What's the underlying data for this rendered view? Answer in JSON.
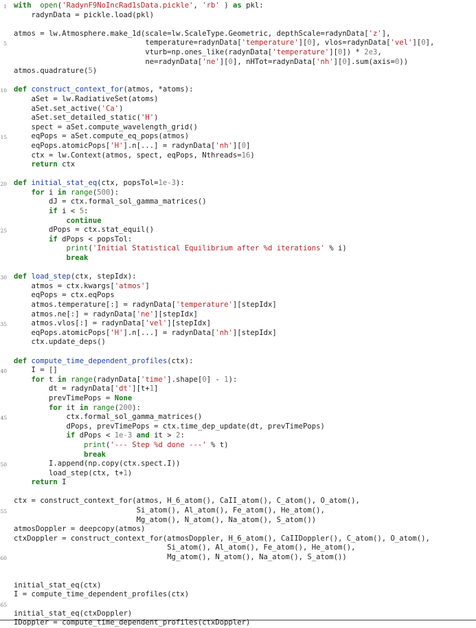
{
  "document": {
    "language": "python",
    "lines": [
      {
        "n": 1,
        "t": [
          [
            "kw",
            "with"
          ],
          [
            "",
            "  "
          ],
          [
            "bi",
            "open"
          ],
          [
            "",
            "("
          ],
          [
            "st",
            "'RadynF9NoIncRad1sData.pickle'"
          ],
          [
            "",
            ", "
          ],
          [
            "st",
            "'rb'"
          ],
          [
            "",
            " ) "
          ],
          [
            "kw",
            "as"
          ],
          [
            "",
            " pkl:"
          ]
        ]
      },
      {
        "n": 2,
        "t": [
          [
            "",
            "    radynData = pickle.load(pkl)"
          ]
        ]
      },
      {
        "n": 3,
        "t": []
      },
      {
        "n": 4,
        "t": [
          [
            "",
            "atmos = lw.Atmosphere.make_1d(scale=lw.ScaleType.Geometric, depthScale=radynData["
          ],
          [
            "st",
            "'z'"
          ],
          [
            "",
            "],"
          ]
        ]
      },
      {
        "n": 5,
        "t": [
          [
            "",
            "                              temperature=radynData["
          ],
          [
            "st",
            "'temperature'"
          ],
          [
            "",
            "]["
          ],
          [
            "nm",
            "0"
          ],
          [
            "",
            "], vlos=radynData["
          ],
          [
            "st",
            "'vel'"
          ],
          [
            "",
            "]["
          ],
          [
            "nm",
            "0"
          ],
          [
            "",
            "],"
          ]
        ]
      },
      {
        "n": 6,
        "t": [
          [
            "",
            "                              vturb=np.ones_like(radynData["
          ],
          [
            "st",
            "'temperature'"
          ],
          [
            "",
            "]["
          ],
          [
            "nm",
            "0"
          ],
          [
            "",
            "]) * "
          ],
          [
            "nm",
            "2e3"
          ],
          [
            "",
            ","
          ]
        ]
      },
      {
        "n": 7,
        "t": [
          [
            "",
            "                              ne=radynData["
          ],
          [
            "st",
            "'ne'"
          ],
          [
            "",
            "]["
          ],
          [
            "nm",
            "0"
          ],
          [
            "",
            "], nHTot=radynData["
          ],
          [
            "st",
            "'nh'"
          ],
          [
            "",
            "]["
          ],
          [
            "nm",
            "0"
          ],
          [
            "",
            "].sum(axis="
          ],
          [
            "nm",
            "0"
          ],
          [
            "",
            "))"
          ]
        ]
      },
      {
        "n": 8,
        "t": [
          [
            "",
            "atmos.quadrature("
          ],
          [
            "nm",
            "5"
          ],
          [
            "",
            ")"
          ]
        ]
      },
      {
        "n": 9,
        "t": []
      },
      {
        "n": 10,
        "t": [
          [
            "kw",
            "def"
          ],
          [
            "",
            " "
          ],
          [
            "fn",
            "construct_context_for"
          ],
          [
            "",
            "(atmos, *atoms):"
          ]
        ]
      },
      {
        "n": 11,
        "t": [
          [
            "",
            "    aSet = lw.RadiativeSet(atoms)"
          ]
        ]
      },
      {
        "n": 12,
        "t": [
          [
            "",
            "    aSet.set_active("
          ],
          [
            "st",
            "'Ca'"
          ],
          [
            "",
            ")"
          ]
        ]
      },
      {
        "n": 13,
        "t": [
          [
            "",
            "    aSet.set_detailed_static("
          ],
          [
            "st",
            "'H'"
          ],
          [
            "",
            ")"
          ]
        ]
      },
      {
        "n": 14,
        "t": [
          [
            "",
            "    spect = aSet.compute_wavelength_grid()"
          ]
        ]
      },
      {
        "n": 15,
        "t": [
          [
            "",
            "    eqPops = aSet.compute_eq_pops(atmos)"
          ]
        ]
      },
      {
        "n": 16,
        "t": [
          [
            "",
            "    eqPops.atomicPops["
          ],
          [
            "st",
            "'H'"
          ],
          [
            "",
            "].n[...] = radynData["
          ],
          [
            "st",
            "'nh'"
          ],
          [
            "",
            "]["
          ],
          [
            "nm",
            "0"
          ],
          [
            "",
            "]"
          ]
        ]
      },
      {
        "n": 17,
        "t": [
          [
            "",
            "    ctx = lw.Context(atmos, spect, eqPops, Nthreads="
          ],
          [
            "nm",
            "16"
          ],
          [
            "",
            ")"
          ]
        ]
      },
      {
        "n": 18,
        "t": [
          [
            "",
            "    "
          ],
          [
            "kw",
            "return"
          ],
          [
            "",
            " ctx"
          ]
        ]
      },
      {
        "n": 19,
        "t": []
      },
      {
        "n": 20,
        "t": [
          [
            "kw",
            "def"
          ],
          [
            "",
            " "
          ],
          [
            "fn",
            "initial_stat_eq"
          ],
          [
            "",
            "(ctx, popsTol="
          ],
          [
            "nm",
            "1e-3"
          ],
          [
            "",
            "):"
          ]
        ]
      },
      {
        "n": 21,
        "t": [
          [
            "",
            "    "
          ],
          [
            "kw",
            "for"
          ],
          [
            "",
            " i "
          ],
          [
            "kw",
            "in"
          ],
          [
            "",
            " "
          ],
          [
            "bi",
            "range"
          ],
          [
            "",
            "("
          ],
          [
            "nm",
            "500"
          ],
          [
            "",
            "):"
          ]
        ]
      },
      {
        "n": 22,
        "t": [
          [
            "",
            "        dJ = ctx.formal_sol_gamma_matrices()"
          ]
        ]
      },
      {
        "n": 23,
        "t": [
          [
            "",
            "        "
          ],
          [
            "kw",
            "if"
          ],
          [
            "",
            " i < "
          ],
          [
            "nm",
            "5"
          ],
          [
            "",
            ":"
          ]
        ]
      },
      {
        "n": 24,
        "t": [
          [
            "",
            "            "
          ],
          [
            "kw",
            "continue"
          ]
        ]
      },
      {
        "n": 25,
        "t": [
          [
            "",
            "        dPops = ctx.stat_equil()"
          ]
        ]
      },
      {
        "n": 26,
        "t": [
          [
            "",
            "        "
          ],
          [
            "kw",
            "if"
          ],
          [
            "",
            " dPops < popsTol:"
          ]
        ]
      },
      {
        "n": 27,
        "t": [
          [
            "",
            "            "
          ],
          [
            "bi",
            "print"
          ],
          [
            "",
            "("
          ],
          [
            "st",
            "'Initial Statistical Equilibrium after %d iterations'"
          ],
          [
            "",
            " % i)"
          ]
        ]
      },
      {
        "n": 28,
        "t": [
          [
            "",
            "            "
          ],
          [
            "kw",
            "break"
          ]
        ]
      },
      {
        "n": 29,
        "t": []
      },
      {
        "n": 30,
        "t": [
          [
            "kw",
            "def"
          ],
          [
            "",
            " "
          ],
          [
            "fn",
            "load_step"
          ],
          [
            "",
            "(ctx, stepIdx):"
          ]
        ]
      },
      {
        "n": 31,
        "t": [
          [
            "",
            "    atmos = ctx.kwargs["
          ],
          [
            "st",
            "'atmos'"
          ],
          [
            "",
            "]"
          ]
        ]
      },
      {
        "n": 32,
        "t": [
          [
            "",
            "    eqPops = ctx.eqPops"
          ]
        ]
      },
      {
        "n": 33,
        "t": [
          [
            "",
            "    atmos.temperature[:] = radynData["
          ],
          [
            "st",
            "'temperature'"
          ],
          [
            "",
            "][stepIdx]"
          ]
        ]
      },
      {
        "n": 34,
        "t": [
          [
            "",
            "    atmos.ne[:] = radynData["
          ],
          [
            "st",
            "'ne'"
          ],
          [
            "",
            "][stepIdx]"
          ]
        ]
      },
      {
        "n": 35,
        "t": [
          [
            "",
            "    atmos.vlos[:] = radynData["
          ],
          [
            "st",
            "'vel'"
          ],
          [
            "",
            "][stepIdx]"
          ]
        ]
      },
      {
        "n": 36,
        "t": [
          [
            "",
            "    eqPops.atomicPops["
          ],
          [
            "st",
            "'H'"
          ],
          [
            "",
            "].n[...] = radynData["
          ],
          [
            "st",
            "'nh'"
          ],
          [
            "",
            "][stepIdx]"
          ]
        ]
      },
      {
        "n": 37,
        "t": [
          [
            "",
            "    ctx.update_deps()"
          ]
        ]
      },
      {
        "n": 38,
        "t": []
      },
      {
        "n": 39,
        "t": [
          [
            "kw",
            "def"
          ],
          [
            "",
            " "
          ],
          [
            "fn",
            "compute_time_dependent_profiles"
          ],
          [
            "",
            "(ctx):"
          ]
        ]
      },
      {
        "n": 40,
        "t": [
          [
            "",
            "    I = []"
          ]
        ]
      },
      {
        "n": 41,
        "t": [
          [
            "",
            "    "
          ],
          [
            "kw",
            "for"
          ],
          [
            "",
            " t "
          ],
          [
            "kw",
            "in"
          ],
          [
            "",
            " "
          ],
          [
            "bi",
            "range"
          ],
          [
            "",
            "(radynData["
          ],
          [
            "st",
            "'time'"
          ],
          [
            "",
            "].shape["
          ],
          [
            "nm",
            "0"
          ],
          [
            "",
            "] - "
          ],
          [
            "nm",
            "1"
          ],
          [
            "",
            "):"
          ]
        ]
      },
      {
        "n": 42,
        "t": [
          [
            "",
            "        dt = radynData["
          ],
          [
            "st",
            "'dt'"
          ],
          [
            "",
            "][t+"
          ],
          [
            "nm",
            "1"
          ],
          [
            "",
            "]"
          ]
        ]
      },
      {
        "n": 43,
        "t": [
          [
            "",
            "        prevTimePops = "
          ],
          [
            "kw",
            "None"
          ]
        ]
      },
      {
        "n": 44,
        "t": [
          [
            "",
            "        "
          ],
          [
            "kw",
            "for"
          ],
          [
            "",
            " it "
          ],
          [
            "kw",
            "in"
          ],
          [
            "",
            " "
          ],
          [
            "bi",
            "range"
          ],
          [
            "",
            "("
          ],
          [
            "nm",
            "200"
          ],
          [
            "",
            "):"
          ]
        ]
      },
      {
        "n": 45,
        "t": [
          [
            "",
            "            ctx.formal_sol_gamma_matrices()"
          ]
        ]
      },
      {
        "n": 46,
        "t": [
          [
            "",
            "            dPops, prevTimePops = ctx.time_dep_update(dt, prevTimePops)"
          ]
        ]
      },
      {
        "n": 47,
        "t": [
          [
            "",
            "            "
          ],
          [
            "kw",
            "if"
          ],
          [
            "",
            " dPops < "
          ],
          [
            "nm",
            "1e-3"
          ],
          [
            "",
            " "
          ],
          [
            "kw",
            "and"
          ],
          [
            "",
            " it > "
          ],
          [
            "nm",
            "2"
          ],
          [
            "",
            ":"
          ]
        ]
      },
      {
        "n": 48,
        "t": [
          [
            "",
            "                "
          ],
          [
            "bi",
            "print"
          ],
          [
            "",
            "("
          ],
          [
            "st",
            "'--- Step %d done ---'"
          ],
          [
            "",
            " % t)"
          ]
        ]
      },
      {
        "n": 49,
        "t": [
          [
            "",
            "                "
          ],
          [
            "kw",
            "break"
          ]
        ]
      },
      {
        "n": 50,
        "t": [
          [
            "",
            "        I.append(np.copy(ctx.spect.I))"
          ]
        ]
      },
      {
        "n": 51,
        "t": [
          [
            "",
            "        load_step(ctx, t+"
          ],
          [
            "nm",
            "1"
          ],
          [
            "",
            ")"
          ]
        ]
      },
      {
        "n": 52,
        "t": [
          [
            "",
            "    "
          ],
          [
            "kw",
            "return"
          ],
          [
            "",
            " I"
          ]
        ]
      },
      {
        "n": 53,
        "t": []
      },
      {
        "n": 54,
        "t": [
          [
            "",
            "ctx = construct_context_for(atmos, H_6_atom(), CaII_atom(), C_atom(), O_atom(),"
          ]
        ]
      },
      {
        "n": 55,
        "t": [
          [
            "",
            "                            Si_atom(), Al_atom(), Fe_atom(), He_atom(),"
          ]
        ]
      },
      {
        "n": 56,
        "t": [
          [
            "",
            "                            Mg_atom(), N_atom(), Na_atom(), S_atom())"
          ]
        ]
      },
      {
        "n": 57,
        "t": [
          [
            "",
            "atmosDoppler = deepcopy(atmos)"
          ]
        ]
      },
      {
        "n": 58,
        "t": [
          [
            "",
            "ctxDoppler = construct_context_for(atmosDoppler, H_6_atom(), CaIIDoppler(), C_atom(), O_atom(),"
          ]
        ]
      },
      {
        "n": 59,
        "t": [
          [
            "",
            "                                   Si_atom(), Al_atom(), Fe_atom(), He_atom(),"
          ]
        ]
      },
      {
        "n": 60,
        "t": [
          [
            "",
            "                                   Mg_atom(), N_atom(), Na_atom(), S_atom())"
          ]
        ]
      },
      {
        "n": 61,
        "t": []
      },
      {
        "n": 62,
        "t": []
      },
      {
        "n": 63,
        "t": [
          [
            "",
            "initial_stat_eq(ctx)"
          ]
        ]
      },
      {
        "n": 64,
        "t": [
          [
            "",
            "I = compute_time_dependent_profiles(ctx)"
          ]
        ]
      },
      {
        "n": 65,
        "t": []
      },
      {
        "n": 66,
        "t": [
          [
            "",
            "initial_stat_eq(ctxDoppler)"
          ]
        ]
      },
      {
        "n": 67,
        "t": [
          [
            "",
            "IDoppler = compute_time_dependent_profiles(ctxDoppler)"
          ]
        ]
      }
    ],
    "shown_line_numbers": [
      1,
      5,
      10,
      15,
      20,
      25,
      30,
      35,
      40,
      45,
      50,
      55,
      60,
      65
    ]
  }
}
